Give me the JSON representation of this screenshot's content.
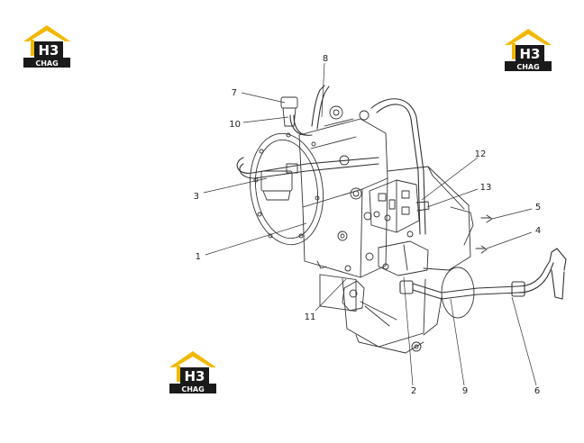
{
  "brand": {
    "logo_mark": "H3",
    "logo_word": "CHAG",
    "colors": {
      "roof": "#f2b800",
      "mark_bg": "#1a1a1a",
      "mark_fg": "#ffffff"
    }
  },
  "callouts": [
    {
      "id": "1",
      "label": "1"
    },
    {
      "id": "2",
      "label": "2"
    },
    {
      "id": "3",
      "label": "3"
    },
    {
      "id": "4",
      "label": "4"
    },
    {
      "id": "5",
      "label": "5"
    },
    {
      "id": "6",
      "label": "6"
    },
    {
      "id": "7",
      "label": "7"
    },
    {
      "id": "8",
      "label": "8"
    },
    {
      "id": "9",
      "label": "9"
    },
    {
      "id": "10",
      "label": "10"
    },
    {
      "id": "11",
      "label": "11"
    },
    {
      "id": "12",
      "label": "12"
    },
    {
      "id": "13",
      "label": "13"
    }
  ]
}
